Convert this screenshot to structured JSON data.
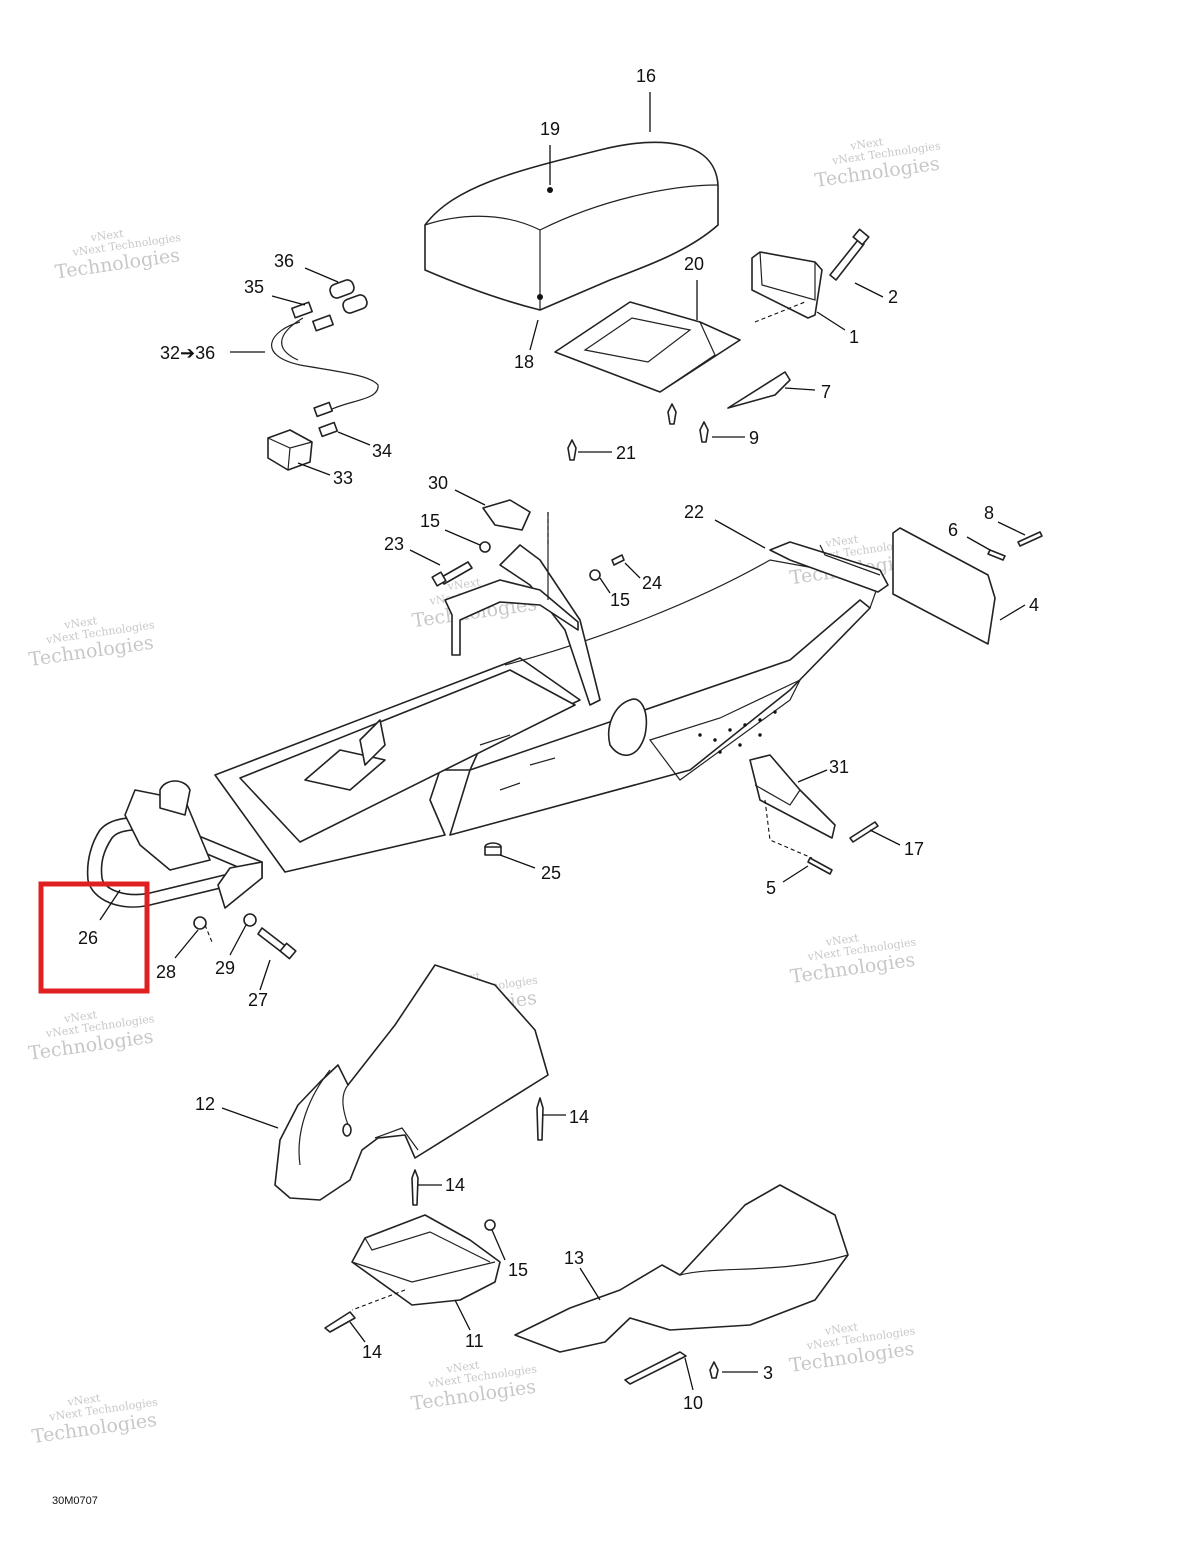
{
  "figure_code": "30M0707",
  "watermark": {
    "line1": "vNext",
    "line2": "vNext Technologies",
    "line3": "Technologies"
  },
  "highlight": {
    "label": "26",
    "color": "#e02020"
  },
  "callouts": {
    "c1": "1",
    "c2": "2",
    "c3": "3",
    "c4": "4",
    "c5": "5",
    "c6": "6",
    "c7": "7",
    "c8": "8",
    "c9": "9",
    "c10": "10",
    "c11": "11",
    "c12": "12",
    "c13": "13",
    "c14a": "14",
    "c14b": "14",
    "c14c": "14",
    "c15a": "15",
    "c15b": "15",
    "c15c": "15",
    "c16": "16",
    "c17": "17",
    "c18": "18",
    "c19": "19",
    "c20": "20",
    "c21": "21",
    "c22": "22",
    "c23": "23",
    "c24": "24",
    "c25": "25",
    "c27": "27",
    "c28": "28",
    "c29": "29",
    "c30": "30",
    "c31": "31",
    "c32_36": "32➔36",
    "c33": "33",
    "c34": "34",
    "c35": "35",
    "c36": "36"
  }
}
